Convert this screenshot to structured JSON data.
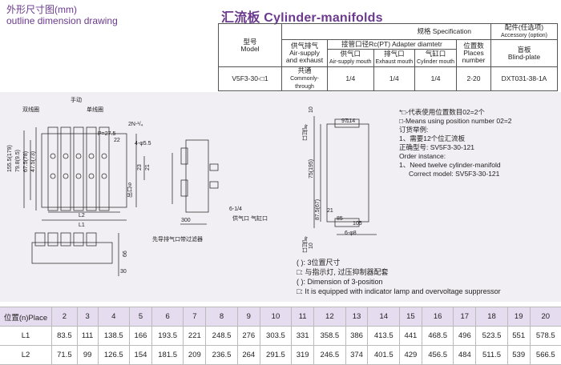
{
  "header": {
    "title_cn": "外形尺寸图(mm)",
    "title_en": "outline dimension drawing"
  },
  "spec": {
    "title": "汇流板 Cylinder-manifolds",
    "spec_header": "规格 Specification",
    "model_cn": "型号",
    "model_en": "Model",
    "exhaust_cn": "供气排气",
    "exhaust_en": "Air-supply and exhaust",
    "port_cn": "接管口径Rc(PT)",
    "port_en": "Adapter diamtetr",
    "air_supply_cn": "供气口",
    "air_supply_en": "Air-supply mouth",
    "exhaust_mouth_cn": "排气口",
    "exhaust_mouth_en": "Exhaust mouth",
    "cyl_cn": "气缸口",
    "cyl_en": "Cylinder mouth",
    "places_cn": "位置数",
    "places_en": "Places number",
    "acc_cn": "配件(任选项)",
    "acc_en": "Accessory (option)",
    "blind_cn": "盲板",
    "blind_en": "Blind-plate",
    "row": {
      "model": "V5F3-30-□1",
      "exh_cn": "共通",
      "exh_en": "Commonly-through",
      "air": "1/4",
      "ex": "1/4",
      "cyl": "1/4",
      "places": "2-20",
      "blind": "DXT031-38-1A"
    }
  },
  "drawing": {
    "left": {
      "label_manual": "手动",
      "label_double": "双线圈",
      "label_single": "单线圈",
      "p": "P=27.5",
      "p2": "22",
      "holes": "2N-¹/₄",
      "bolt": "4-φ5.5",
      "d1": "155.5(179)",
      "d2": "79.8(9.5)",
      "d3": "67.5(78)",
      "d4": "47.5(73)",
      "d5": "9",
      "d6": "23",
      "d7": "21",
      "side": "出口",
      "l1": "L1",
      "l2": "L2",
      "bottom": "先导排气口带过滤器",
      "h1": "66",
      "h2": "30"
    },
    "mid": {
      "d1": "6-1/4",
      "d2": "300",
      "port": "供气口 气缸口"
    },
    "right": {
      "top": "97",
      "top2": "114",
      "a": "10",
      "b": "75(195)",
      "c": "87.5(67)",
      "d": "21",
      "e": "85",
      "f": "105",
      "g": "6-φ8",
      "h": "10",
      "lbl": "气缸口",
      "lbl2": "气缸口"
    }
  },
  "notes": {
    "n1": "*□-代表使用位置数目02=2个",
    "n2": "□-Means using position number 02=2",
    "n3": "订货举例:",
    "n4": "1、需要12个位汇流板",
    "n5": "正确型号: SV5F3-30-121",
    "n6": "Order instance:",
    "n7": "1、Need twelve cylinder-manifold",
    "n8": "Correct model: SV5F3-30-121",
    "legend1": "( ): 3位置尺寸",
    "legend2": "□: 与指示灯, 过压抑制器配套",
    "legend3": "( ): Dimension of 3-position",
    "legend4": "□: It is equipped with indicator lamp and overvoltage suppressor"
  },
  "dims": {
    "header_label": "位置(n)Place",
    "places": [
      "2",
      "3",
      "4",
      "5",
      "6",
      "7",
      "8",
      "9",
      "10",
      "11",
      "12",
      "13",
      "14",
      "15",
      "16",
      "17",
      "18",
      "19",
      "20"
    ],
    "l1_label": "L1",
    "l1": [
      "83.5",
      "111",
      "138.5",
      "166",
      "193.5",
      "221",
      "248.5",
      "276",
      "303.5",
      "331",
      "358.5",
      "386",
      "413.5",
      "441",
      "468.5",
      "496",
      "523.5",
      "551",
      "578.5"
    ],
    "l2_label": "L2",
    "l2": [
      "71.5",
      "99",
      "126.5",
      "154",
      "181.5",
      "209",
      "236.5",
      "264",
      "291.5",
      "319",
      "246.5",
      "374",
      "401.5",
      "429",
      "456.5",
      "484",
      "511.5",
      "539",
      "566.5"
    ]
  }
}
